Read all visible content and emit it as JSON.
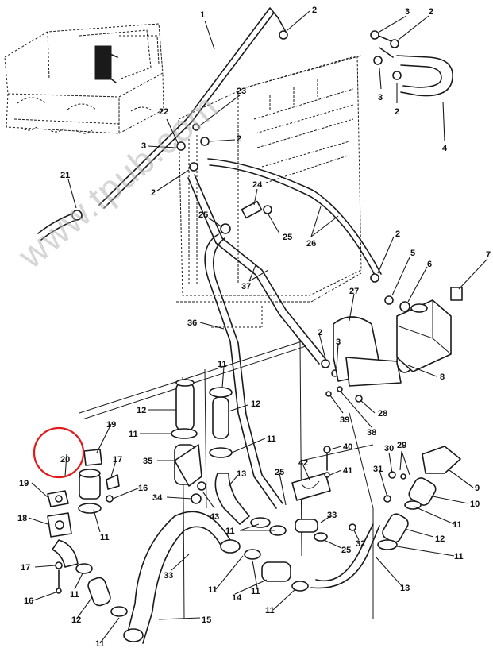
{
  "watermark": "www.tpub.com",
  "highlight_color": "#e01b1b",
  "callouts": [
    {
      "id": "c1",
      "text": "1"
    },
    {
      "id": "c2a",
      "text": "2"
    },
    {
      "id": "c3a",
      "text": "3"
    },
    {
      "id": "c2b",
      "text": "2"
    },
    {
      "id": "c3b",
      "text": "3"
    },
    {
      "id": "c2c",
      "text": "2"
    },
    {
      "id": "c4",
      "text": "4"
    },
    {
      "id": "c23",
      "text": "23"
    },
    {
      "id": "c22",
      "text": "22"
    },
    {
      "id": "c3c",
      "text": "3"
    },
    {
      "id": "c2d",
      "text": "2"
    },
    {
      "id": "c2e",
      "text": "2"
    },
    {
      "id": "c21",
      "text": "21"
    },
    {
      "id": "c24",
      "text": "24"
    },
    {
      "id": "c25a",
      "text": "25"
    },
    {
      "id": "c25b",
      "text": "25"
    },
    {
      "id": "c26",
      "text": "26"
    },
    {
      "id": "c2f",
      "text": "2"
    },
    {
      "id": "c5",
      "text": "5"
    },
    {
      "id": "c6",
      "text": "6"
    },
    {
      "id": "c7",
      "text": "7"
    },
    {
      "id": "c37",
      "text": "37"
    },
    {
      "id": "c27",
      "text": "27"
    },
    {
      "id": "c36",
      "text": "36"
    },
    {
      "id": "c2g",
      "text": "2"
    },
    {
      "id": "c3d",
      "text": "3"
    },
    {
      "id": "c8",
      "text": "8"
    },
    {
      "id": "c11a",
      "text": "11"
    },
    {
      "id": "c12a",
      "text": "12"
    },
    {
      "id": "c12b",
      "text": "12"
    },
    {
      "id": "c39",
      "text": "39"
    },
    {
      "id": "c28",
      "text": "28"
    },
    {
      "id": "c38",
      "text": "38"
    },
    {
      "id": "c11b",
      "text": "11"
    },
    {
      "id": "c11c",
      "text": "11"
    },
    {
      "id": "c19a",
      "text": "19"
    },
    {
      "id": "c20",
      "text": "20"
    },
    {
      "id": "c40",
      "text": "40"
    },
    {
      "id": "c41",
      "text": "41"
    },
    {
      "id": "c30",
      "text": "30"
    },
    {
      "id": "c29",
      "text": "29"
    },
    {
      "id": "c35",
      "text": "35"
    },
    {
      "id": "c17a",
      "text": "17"
    },
    {
      "id": "c16a",
      "text": "16"
    },
    {
      "id": "c13a",
      "text": "13"
    },
    {
      "id": "c42",
      "text": "42"
    },
    {
      "id": "c31",
      "text": "31"
    },
    {
      "id": "c9",
      "text": "9"
    },
    {
      "id": "c19b",
      "text": "19"
    },
    {
      "id": "c34",
      "text": "34"
    },
    {
      "id": "c43",
      "text": "43"
    },
    {
      "id": "c25c",
      "text": "25"
    },
    {
      "id": "c10",
      "text": "10"
    },
    {
      "id": "c11d",
      "text": "11"
    },
    {
      "id": "c33a",
      "text": "33"
    },
    {
      "id": "c11e",
      "text": "11"
    },
    {
      "id": "c18",
      "text": "18"
    },
    {
      "id": "c11f",
      "text": "11"
    },
    {
      "id": "c11g",
      "text": "11"
    },
    {
      "id": "c25d",
      "text": "25"
    },
    {
      "id": "c32",
      "text": "32"
    },
    {
      "id": "c12c",
      "text": "12"
    },
    {
      "id": "c17b",
      "text": "17"
    },
    {
      "id": "c33b",
      "text": "33"
    },
    {
      "id": "c11h",
      "text": "11"
    },
    {
      "id": "c11i",
      "text": "11"
    },
    {
      "id": "c16b",
      "text": "16"
    },
    {
      "id": "c11j",
      "text": "11"
    },
    {
      "id": "c14",
      "text": "14"
    },
    {
      "id": "c13b",
      "text": "13"
    },
    {
      "id": "c12d",
      "text": "12"
    },
    {
      "id": "c11k",
      "text": "11"
    },
    {
      "id": "c15",
      "text": "15"
    },
    {
      "id": "c11l",
      "text": "11"
    }
  ]
}
